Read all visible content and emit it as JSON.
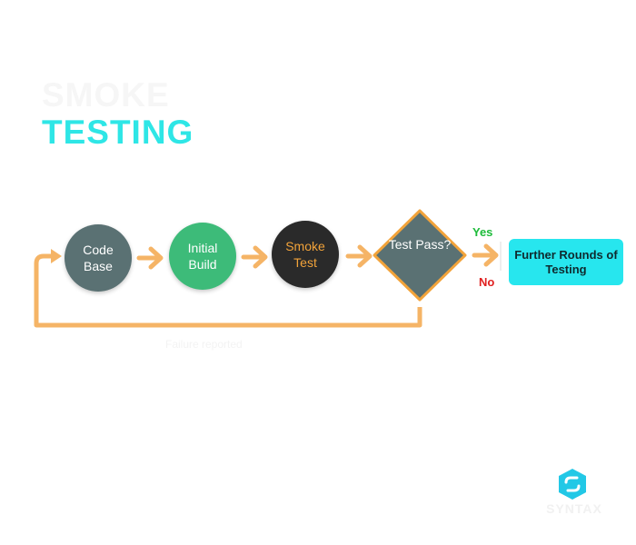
{
  "title": {
    "line1": "SMOKE",
    "line2": "TESTING"
  },
  "flow": {
    "code_base": "Code Base",
    "initial_build": "Initial Build",
    "smoke_test": "Smoke Test",
    "test_pass": "Test Pass?",
    "yes": "Yes",
    "no": "No",
    "further": "Further Rounds of Testing",
    "loop_caption": "Failure reported"
  },
  "logo": {
    "icon": "syntax-hexagon-icon",
    "word": "SYNTAX"
  },
  "colors": {
    "accent_cyan": "#2ee6e6",
    "arrow_orange": "#f5b466",
    "code_base": "#5a7173",
    "initial_build": "#3dbb79",
    "smoke_test": "#2a2a2a",
    "smoke_text": "#f2a33a",
    "diamond": "#5a7173",
    "diamond_border": "#f2a33a",
    "yes": "#1dbb3a",
    "no": "#e02020"
  }
}
